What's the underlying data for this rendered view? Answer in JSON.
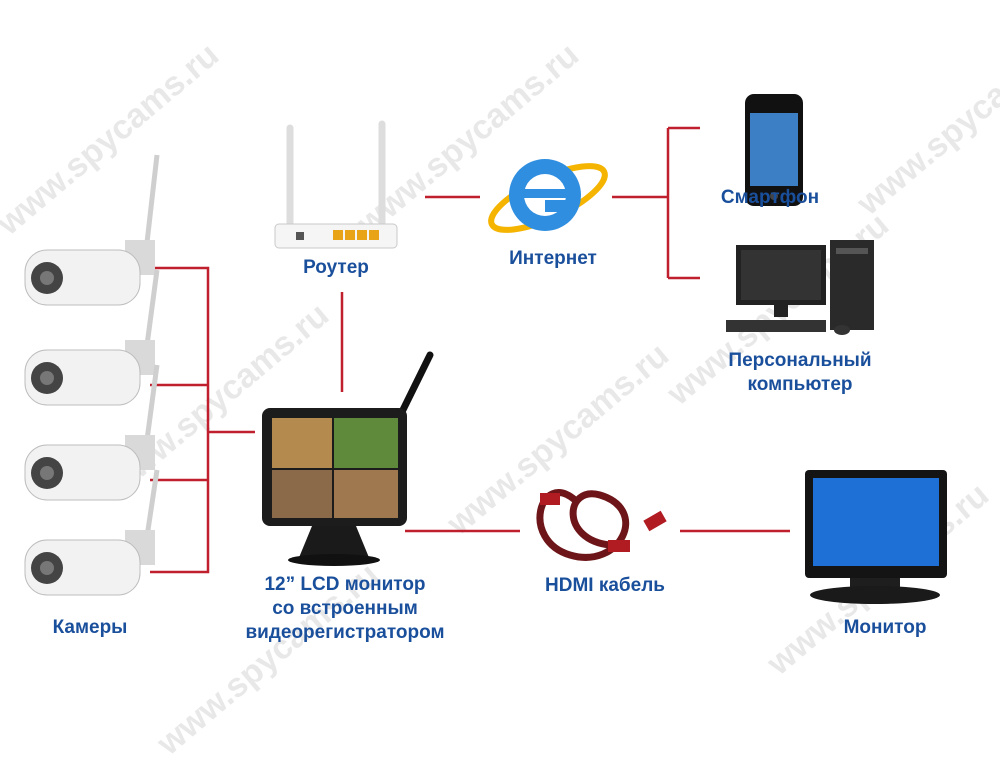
{
  "labels": {
    "cameras": "Камеры",
    "router": "Роутер",
    "internet": "Интернет",
    "smartphone": "Смартфон",
    "pc_line1": "Персональный",
    "pc_line2": "компьютер",
    "lcd_line1": "12” LCD монитор",
    "lcd_line2": "со встроенным",
    "lcd_line3": "видеорегистратором",
    "hdmi": "HDMI кабель",
    "monitor": "Монитор"
  },
  "watermark": "www.spycams.ru",
  "colors": {
    "label": "#1a4f9c",
    "connector": "#c0202e",
    "screen": "#1e6fd6"
  }
}
